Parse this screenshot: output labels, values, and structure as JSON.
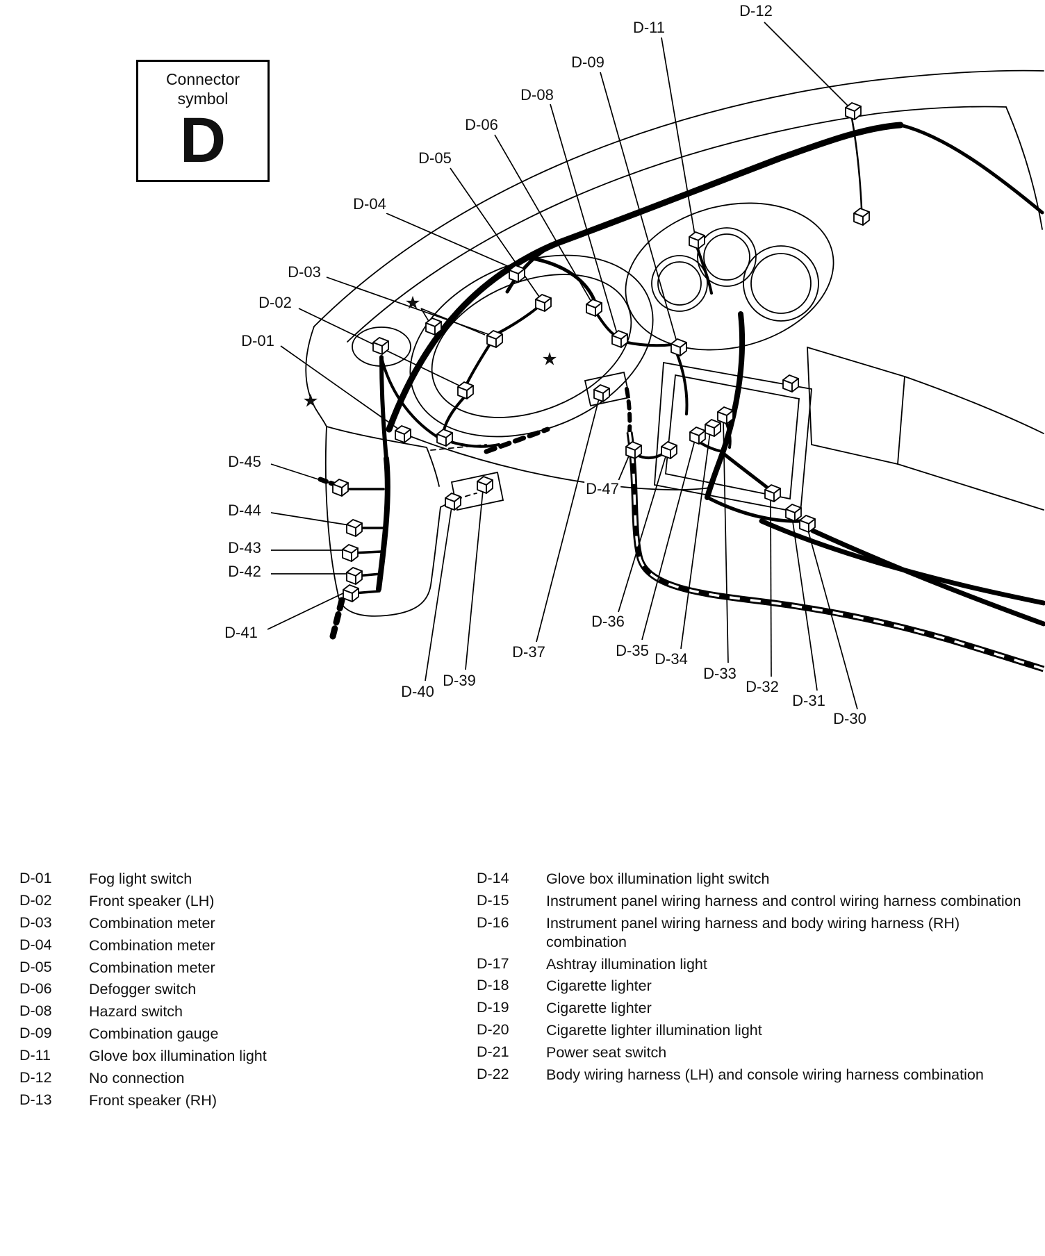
{
  "symbol_box": {
    "title": "Connector symbol",
    "letter": "D"
  },
  "diagram": {
    "star": "★",
    "labels": {
      "d01": "D-01",
      "d02": "D-02",
      "d03": "D-03",
      "d04": "D-04",
      "d05": "D-05",
      "d06": "D-06",
      "d08": "D-08",
      "d09": "D-09",
      "d11": "D-11",
      "d12": "D-12",
      "d30": "D-30",
      "d31": "D-31",
      "d32": "D-32",
      "d33": "D-33",
      "d34": "D-34",
      "d35": "D-35",
      "d36": "D-36",
      "d37": "D-37",
      "d39": "D-39",
      "d40": "D-40",
      "d41": "D-41",
      "d42": "D-42",
      "d43": "D-43",
      "d44": "D-44",
      "d45": "D-45",
      "d47": "D-47"
    }
  },
  "legend": {
    "left": [
      {
        "code": "D-01",
        "desc": "Fog light switch"
      },
      {
        "code": "D-02",
        "desc": "Front speaker (LH)"
      },
      {
        "code": "D-03",
        "desc": "Combination meter"
      },
      {
        "code": "D-04",
        "desc": "Combination meter"
      },
      {
        "code": "D-05",
        "desc": "Combination meter"
      },
      {
        "code": "D-06",
        "desc": "Defogger switch"
      },
      {
        "code": "D-08",
        "desc": "Hazard switch"
      },
      {
        "code": "D-09",
        "desc": "Combination gauge"
      },
      {
        "code": "D-11",
        "desc": "Glove box illumination light"
      },
      {
        "code": "D-12",
        "desc": "No connection"
      },
      {
        "code": "D-13",
        "desc": "Front speaker (RH)"
      }
    ],
    "right": [
      {
        "code": "D-14",
        "desc": "Glove box illumination light switch"
      },
      {
        "code": "D-15",
        "desc": "Instrument panel wiring harness and control wiring harness combination"
      },
      {
        "code": "D-16",
        "desc": "Instrument panel wiring harness and body wiring harness (RH) combination"
      },
      {
        "code": "D-17",
        "desc": "Ashtray illumination light"
      },
      {
        "code": "D-18",
        "desc": "Cigarette lighter"
      },
      {
        "code": "D-19",
        "desc": "Cigarette lighter"
      },
      {
        "code": "D-20",
        "desc": "Cigarette lighter illumination light"
      },
      {
        "code": "D-21",
        "desc": "Power seat switch"
      },
      {
        "code": "D-22",
        "desc": "Body wiring harness (LH) and console wiring harness combination"
      }
    ]
  }
}
